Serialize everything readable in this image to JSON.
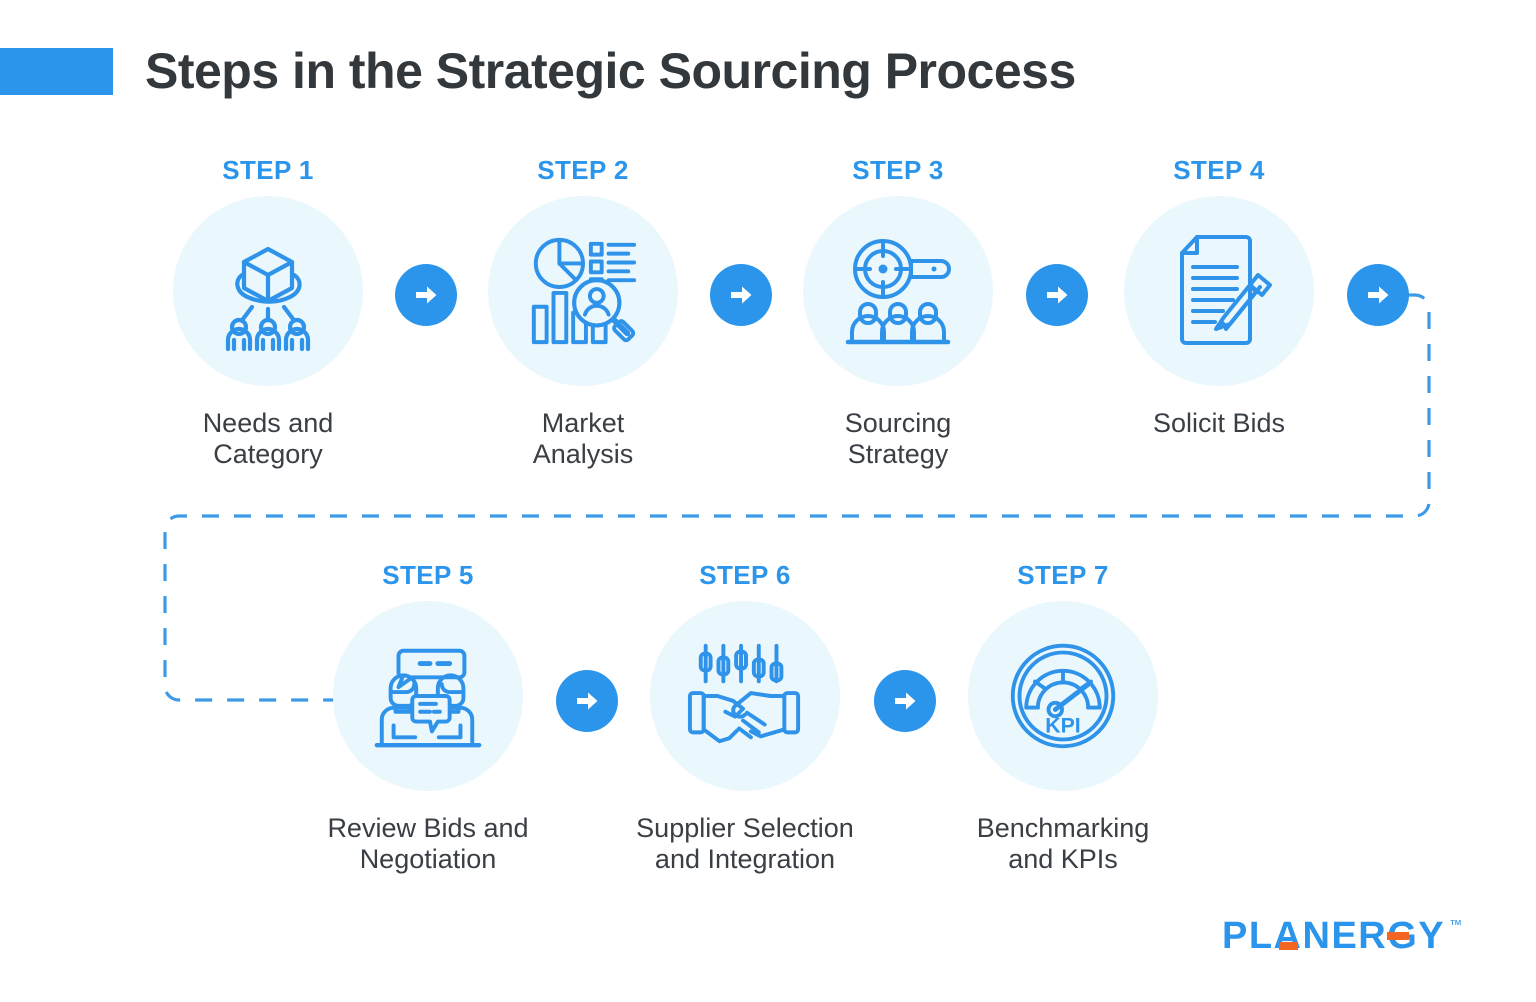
{
  "header": {
    "title": "Steps in the Strategic Sourcing Process",
    "accent_color": "#2b95ec"
  },
  "colors": {
    "brand_blue": "#2b95ec",
    "icon_blue": "#2f93ea",
    "disc_bg": "#eaf7fd",
    "title_text": "#33383d",
    "caption_text": "#3a3f45",
    "logo_orange": "#f26522",
    "dashed_line": "#3d9ae8"
  },
  "steps": [
    {
      "number": "STEP 1",
      "caption": "Needs and\nCategory",
      "icon": "needs-category-icon"
    },
    {
      "number": "STEP 2",
      "caption": "Market\nAnalysis",
      "icon": "market-analysis-icon"
    },
    {
      "number": "STEP 3",
      "caption": "Sourcing\nStrategy",
      "icon": "sourcing-strategy-icon"
    },
    {
      "number": "STEP 4",
      "caption": "Solicit Bids",
      "icon": "document-pen-icon"
    },
    {
      "number": "STEP 5",
      "caption": "Review Bids and\nNegotiation",
      "icon": "negotiation-icon"
    },
    {
      "number": "STEP 6",
      "caption": "Supplier Selection\nand Integration",
      "icon": "handshake-icon"
    },
    {
      "number": "STEP 7",
      "caption": "Benchmarking\nand KPIs",
      "icon": "kpi-gauge-icon"
    }
  ],
  "arrows": [
    {
      "name": "arrow-step1-to-step2"
    },
    {
      "name": "arrow-step2-to-step3"
    },
    {
      "name": "arrow-step3-to-step4"
    },
    {
      "name": "arrow-step4-to-step5"
    },
    {
      "name": "arrow-step5-to-step6"
    },
    {
      "name": "arrow-step6-to-step7"
    }
  ],
  "footer": {
    "logo_text": "PLANERGY",
    "logo_trademark": "™"
  }
}
